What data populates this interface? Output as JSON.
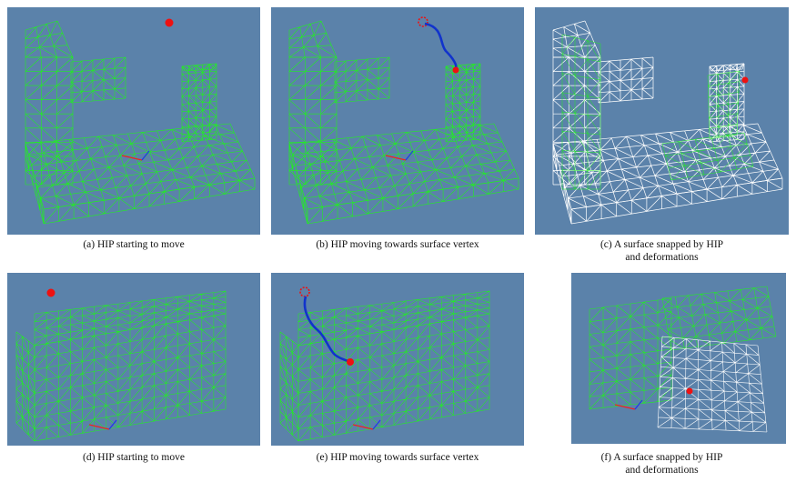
{
  "colors": {
    "background": "#5b82aa",
    "mesh": "#22ee22",
    "deformed_mesh": "#ffffff",
    "hip_point": "#ee1111",
    "hip_path": "#1133cc"
  },
  "panels": [
    {
      "id": "a",
      "caption": "(a) HIP starting to move",
      "caption2": ""
    },
    {
      "id": "b",
      "caption": "(b) HIP moving towards surface vertex",
      "caption2": ""
    },
    {
      "id": "c",
      "caption": "(c) A surface snapped by HIP",
      "caption2": "and deformations"
    },
    {
      "id": "d",
      "caption": "(d) HIP starting to move",
      "caption2": ""
    },
    {
      "id": "e",
      "caption": "(e) HIP moving towards surface vertex",
      "caption2": ""
    },
    {
      "id": "f",
      "caption": "(f) A surface snapped by HIP",
      "caption2": "and deformations"
    }
  ]
}
